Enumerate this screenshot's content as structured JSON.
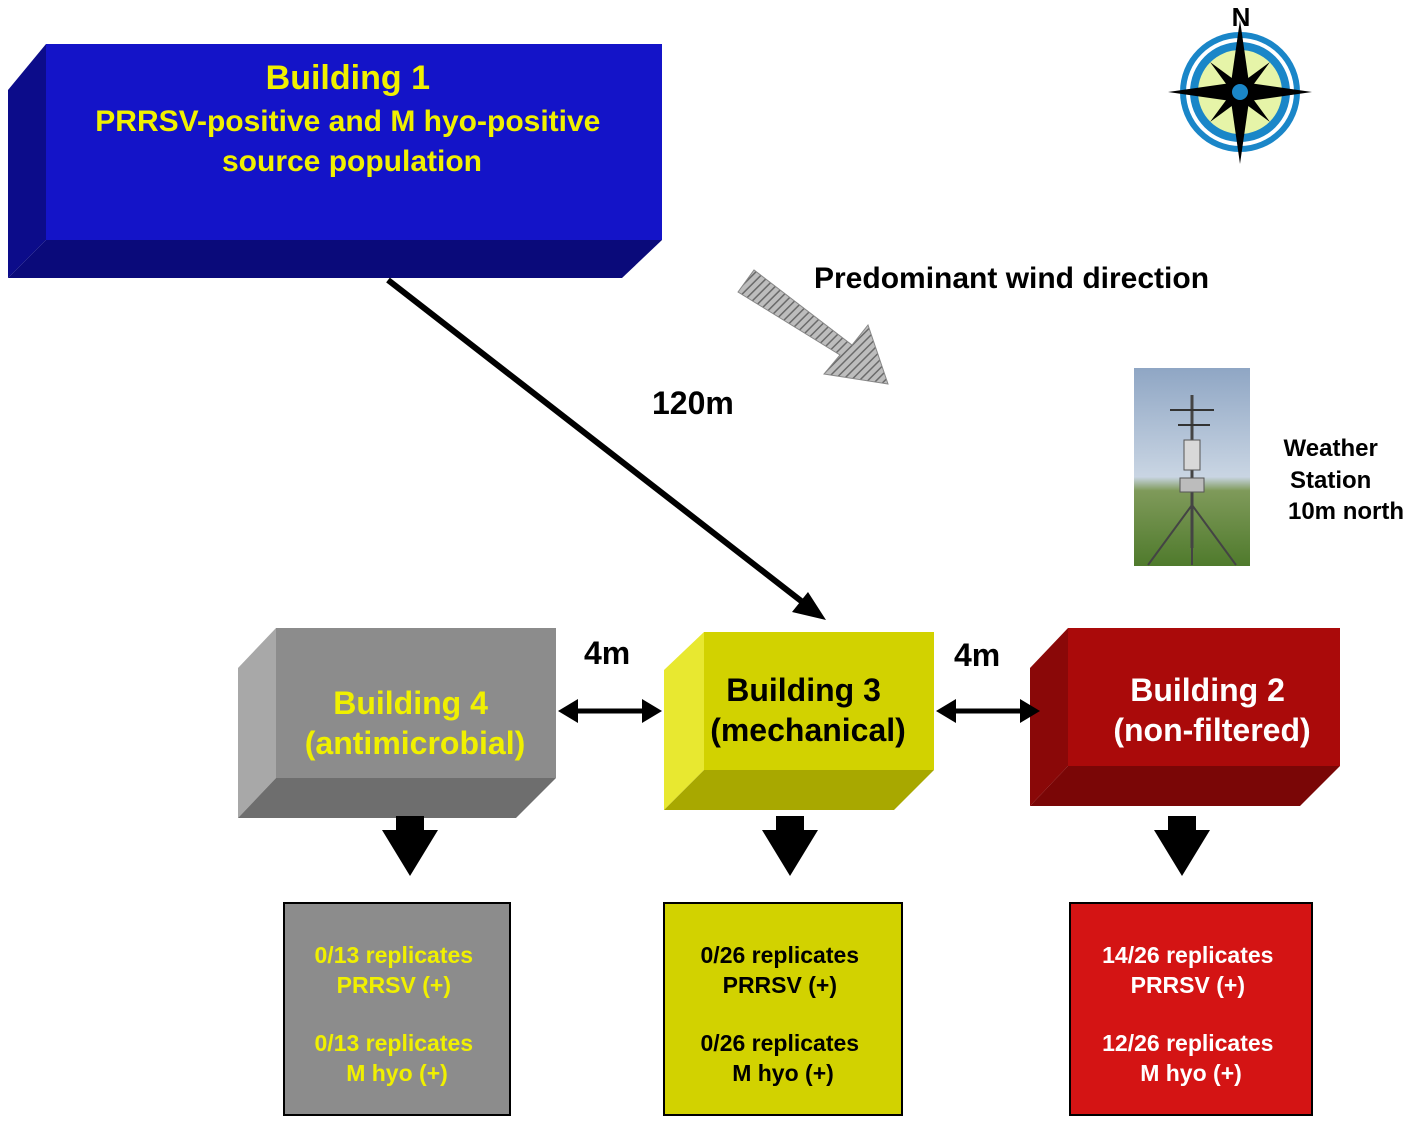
{
  "north_label": "N",
  "building1": {
    "lines": [
      "Building 1",
      "PRRSV-positive and M hyo-positive",
      "source population"
    ]
  },
  "wind_label": "Predominant wind direction",
  "distance_main": "120m",
  "distance_left": "4m",
  "distance_right": "4m",
  "weather_station": {
    "lines": [
      "Weather",
      "Station",
      "10m north"
    ]
  },
  "building4": {
    "lines": [
      "Building 4",
      "(antimicrobial)"
    ]
  },
  "building3": {
    "lines": [
      "Building 3",
      "(mechanical)"
    ]
  },
  "building2": {
    "lines": [
      "Building 2",
      "(non-filtered)"
    ]
  },
  "result4": {
    "lines": [
      "0/13 replicates",
      "PRRSV (+)",
      "0/13 replicates",
      "M hyo (+)"
    ]
  },
  "result3": {
    "lines": [
      "0/26 replicates",
      "PRRSV (+)",
      "0/26 replicates",
      "M hyo (+)"
    ]
  },
  "result2": {
    "lines": [
      "14/26 replicates",
      "PRRSV (+)",
      "12/26 replicates",
      "M hyo (+)"
    ]
  },
  "colors": {
    "building1": "#1414c8",
    "building4": "#8c8c8c",
    "building3": "#d2d200",
    "building2": "#aa0a0a",
    "label_yellow": "#f0f000",
    "result2_fill": "#d41414"
  }
}
